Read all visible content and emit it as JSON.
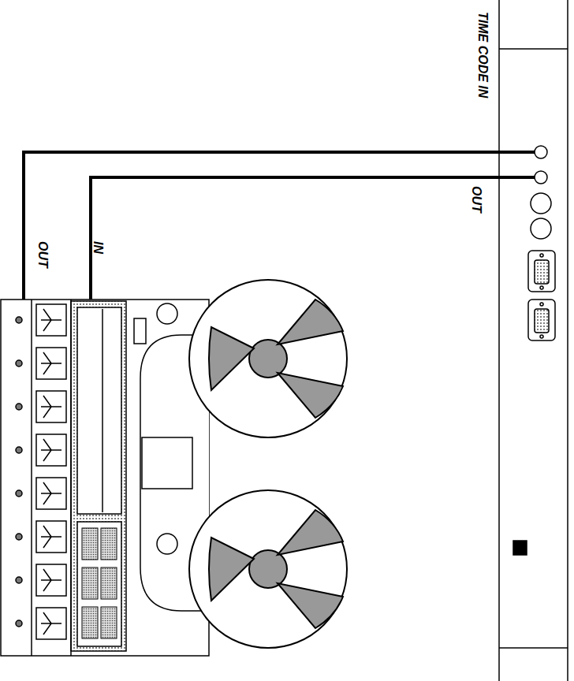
{
  "diagram": {
    "labels": [
      "TIME CODE IN",
      "OUT",
      "OUT",
      "IN"
    ]
  }
}
